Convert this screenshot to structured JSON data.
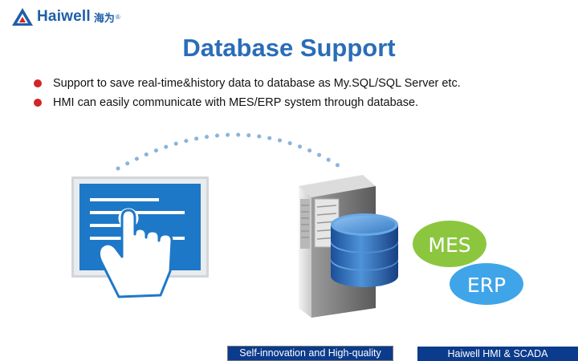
{
  "header": {
    "logo_text": "Haiwell",
    "logo_cn": "海为",
    "logo_reg": "®"
  },
  "slide": {
    "title": "Database Support",
    "bullets": [
      "Support to save real-time&history data to database as My.SQL/SQL Server etc.",
      "HMI can easily communicate with MES/ERP system through database."
    ]
  },
  "illustration": {
    "badge_mes": "MES",
    "badge_erp": "ERP",
    "colors": {
      "mes_badge": "#8cc63f",
      "erp_badge": "#3fa5e8",
      "screen": "#1e78c8",
      "dotted_arc": "#8ab4dc"
    }
  },
  "footer": {
    "left_text": "Self-innovation and High-quality",
    "right_text": "Haiwell HMI & SCADA"
  }
}
